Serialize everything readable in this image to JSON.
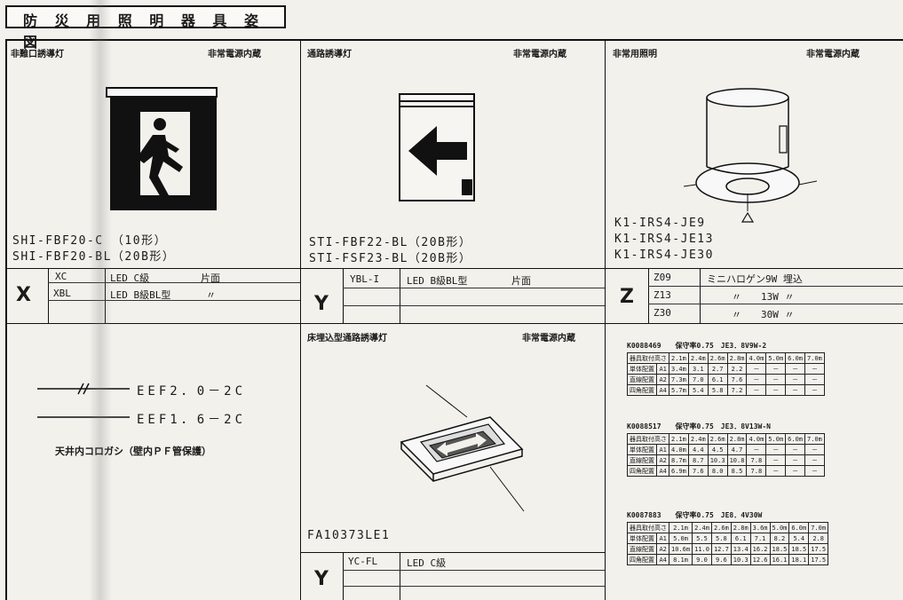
{
  "title": "防 災 用 照 明 器 具 姿 図",
  "panels": {
    "exit_light": {
      "name": "非難口誘導灯",
      "note": "非常電源内蔵",
      "models": [
        "SHI-FBF20-C （10形）",
        "SHI-FBF20-BL（20B形）"
      ],
      "code": "X",
      "rows": [
        {
          "code": "XC",
          "desc": "LED C級",
          "side": "片面"
        },
        {
          "code": "XBL",
          "desc": "LED B級BL型",
          "side": "〃"
        }
      ]
    },
    "passage_light": {
      "name": "通路誘導灯",
      "note": "非常電源内蔵",
      "models": [
        "STI-FBF22-BL（20B形）",
        "STI-FSF23-BL（20B形）"
      ],
      "code": "Y",
      "rows": [
        {
          "code": "YBL-I",
          "desc": "LED B級BL型",
          "side": "片面"
        }
      ]
    },
    "emergency_light": {
      "name": "非常用照明",
      "note": "非常電源内蔵",
      "models": [
        "K1-IRS4-JE9",
        "K1-IRS4-JE13",
        "K1-IRS4-JE30"
      ],
      "code": "Z",
      "rows": [
        {
          "code": "Z09",
          "desc": "ミニハロゲン9W 埋込"
        },
        {
          "code": "Z13",
          "desc": "〃　　13W 〃"
        },
        {
          "code": "Z30",
          "desc": "〃　　30W 〃"
        }
      ]
    },
    "wiring": {
      "lines": [
        "EEF2．0－2C",
        "EEF1．6－2C"
      ],
      "note": "天井内コロガシ（壁内ＰＦ管保護）"
    },
    "floor_light": {
      "name": "床埋込型通路誘導灯",
      "note": "非常電源内蔵",
      "model": "FA10373LE1",
      "code": "Y",
      "rows": [
        {
          "code": "YC-FL",
          "desc": "LED C級"
        }
      ]
    },
    "spec_tables": [
      {
        "header": "K0088469　　保守率0.75　JE3．8V9W-2",
        "columns": [
          "器具取付高さ",
          "2.1m",
          "2.4m",
          "2.6m",
          "2.8m",
          "4.0m",
          "5.0m",
          "6.0m",
          "7.0m"
        ],
        "rows": [
          [
            "単体配置",
            "A1",
            "3.4m",
            "3.1",
            "2.7",
            "2.2",
            "－",
            "－",
            "－",
            "－"
          ],
          [
            "直線配置",
            "A2",
            "7.3m",
            "7.0",
            "6.1",
            "7.6",
            "－",
            "－",
            "－",
            "－"
          ],
          [
            "四角配置",
            "A4",
            "5.7m",
            "5.4",
            "5.8",
            "7.2",
            "－",
            "－",
            "－",
            "－"
          ]
        ]
      },
      {
        "header": "K0088517　　保守率0.75　JE3．8V13W-N",
        "columns": [
          "器具取付高さ",
          "2.1m",
          "2.4m",
          "2.6m",
          "2.8m",
          "4.0m",
          "5.0m",
          "6.0m",
          "7.0m"
        ],
        "rows": [
          [
            "単体配置",
            "A1",
            "4.0m",
            "4.4",
            "4.5",
            "4.7",
            "－",
            "－",
            "－",
            "－"
          ],
          [
            "直線配置",
            "A2",
            "8.7m",
            "8.7",
            "10.3",
            "10.8",
            "7.8",
            "－",
            "－",
            "－"
          ],
          [
            "四角配置",
            "A4",
            "6.9m",
            "7.6",
            "8.0",
            "8.5",
            "7.8",
            "－",
            "－",
            "－"
          ]
        ]
      },
      {
        "header": "K0087883　　保守率0.75　JE8．4V30W",
        "columns": [
          "器具取付高さ",
          "2.1m",
          "2.4m",
          "2.6m",
          "2.8m",
          "3.6m",
          "5.0m",
          "6.0m",
          "7.0m"
        ],
        "rows": [
          [
            "単体配置",
            "A1",
            "5.0m",
            "5.5",
            "5.8",
            "6.1",
            "7.1",
            "8.2",
            "5.4",
            "2.8"
          ],
          [
            "直線配置",
            "A2",
            "10.6m",
            "11.0",
            "12.7",
            "13.4",
            "16.2",
            "18.5",
            "18.5",
            "17.5"
          ],
          [
            "四角配置",
            "A4",
            "8.1m",
            "9.0",
            "9.6",
            "10.3",
            "12.6",
            "16.1",
            "18.1",
            "17.5"
          ]
        ]
      }
    ]
  }
}
